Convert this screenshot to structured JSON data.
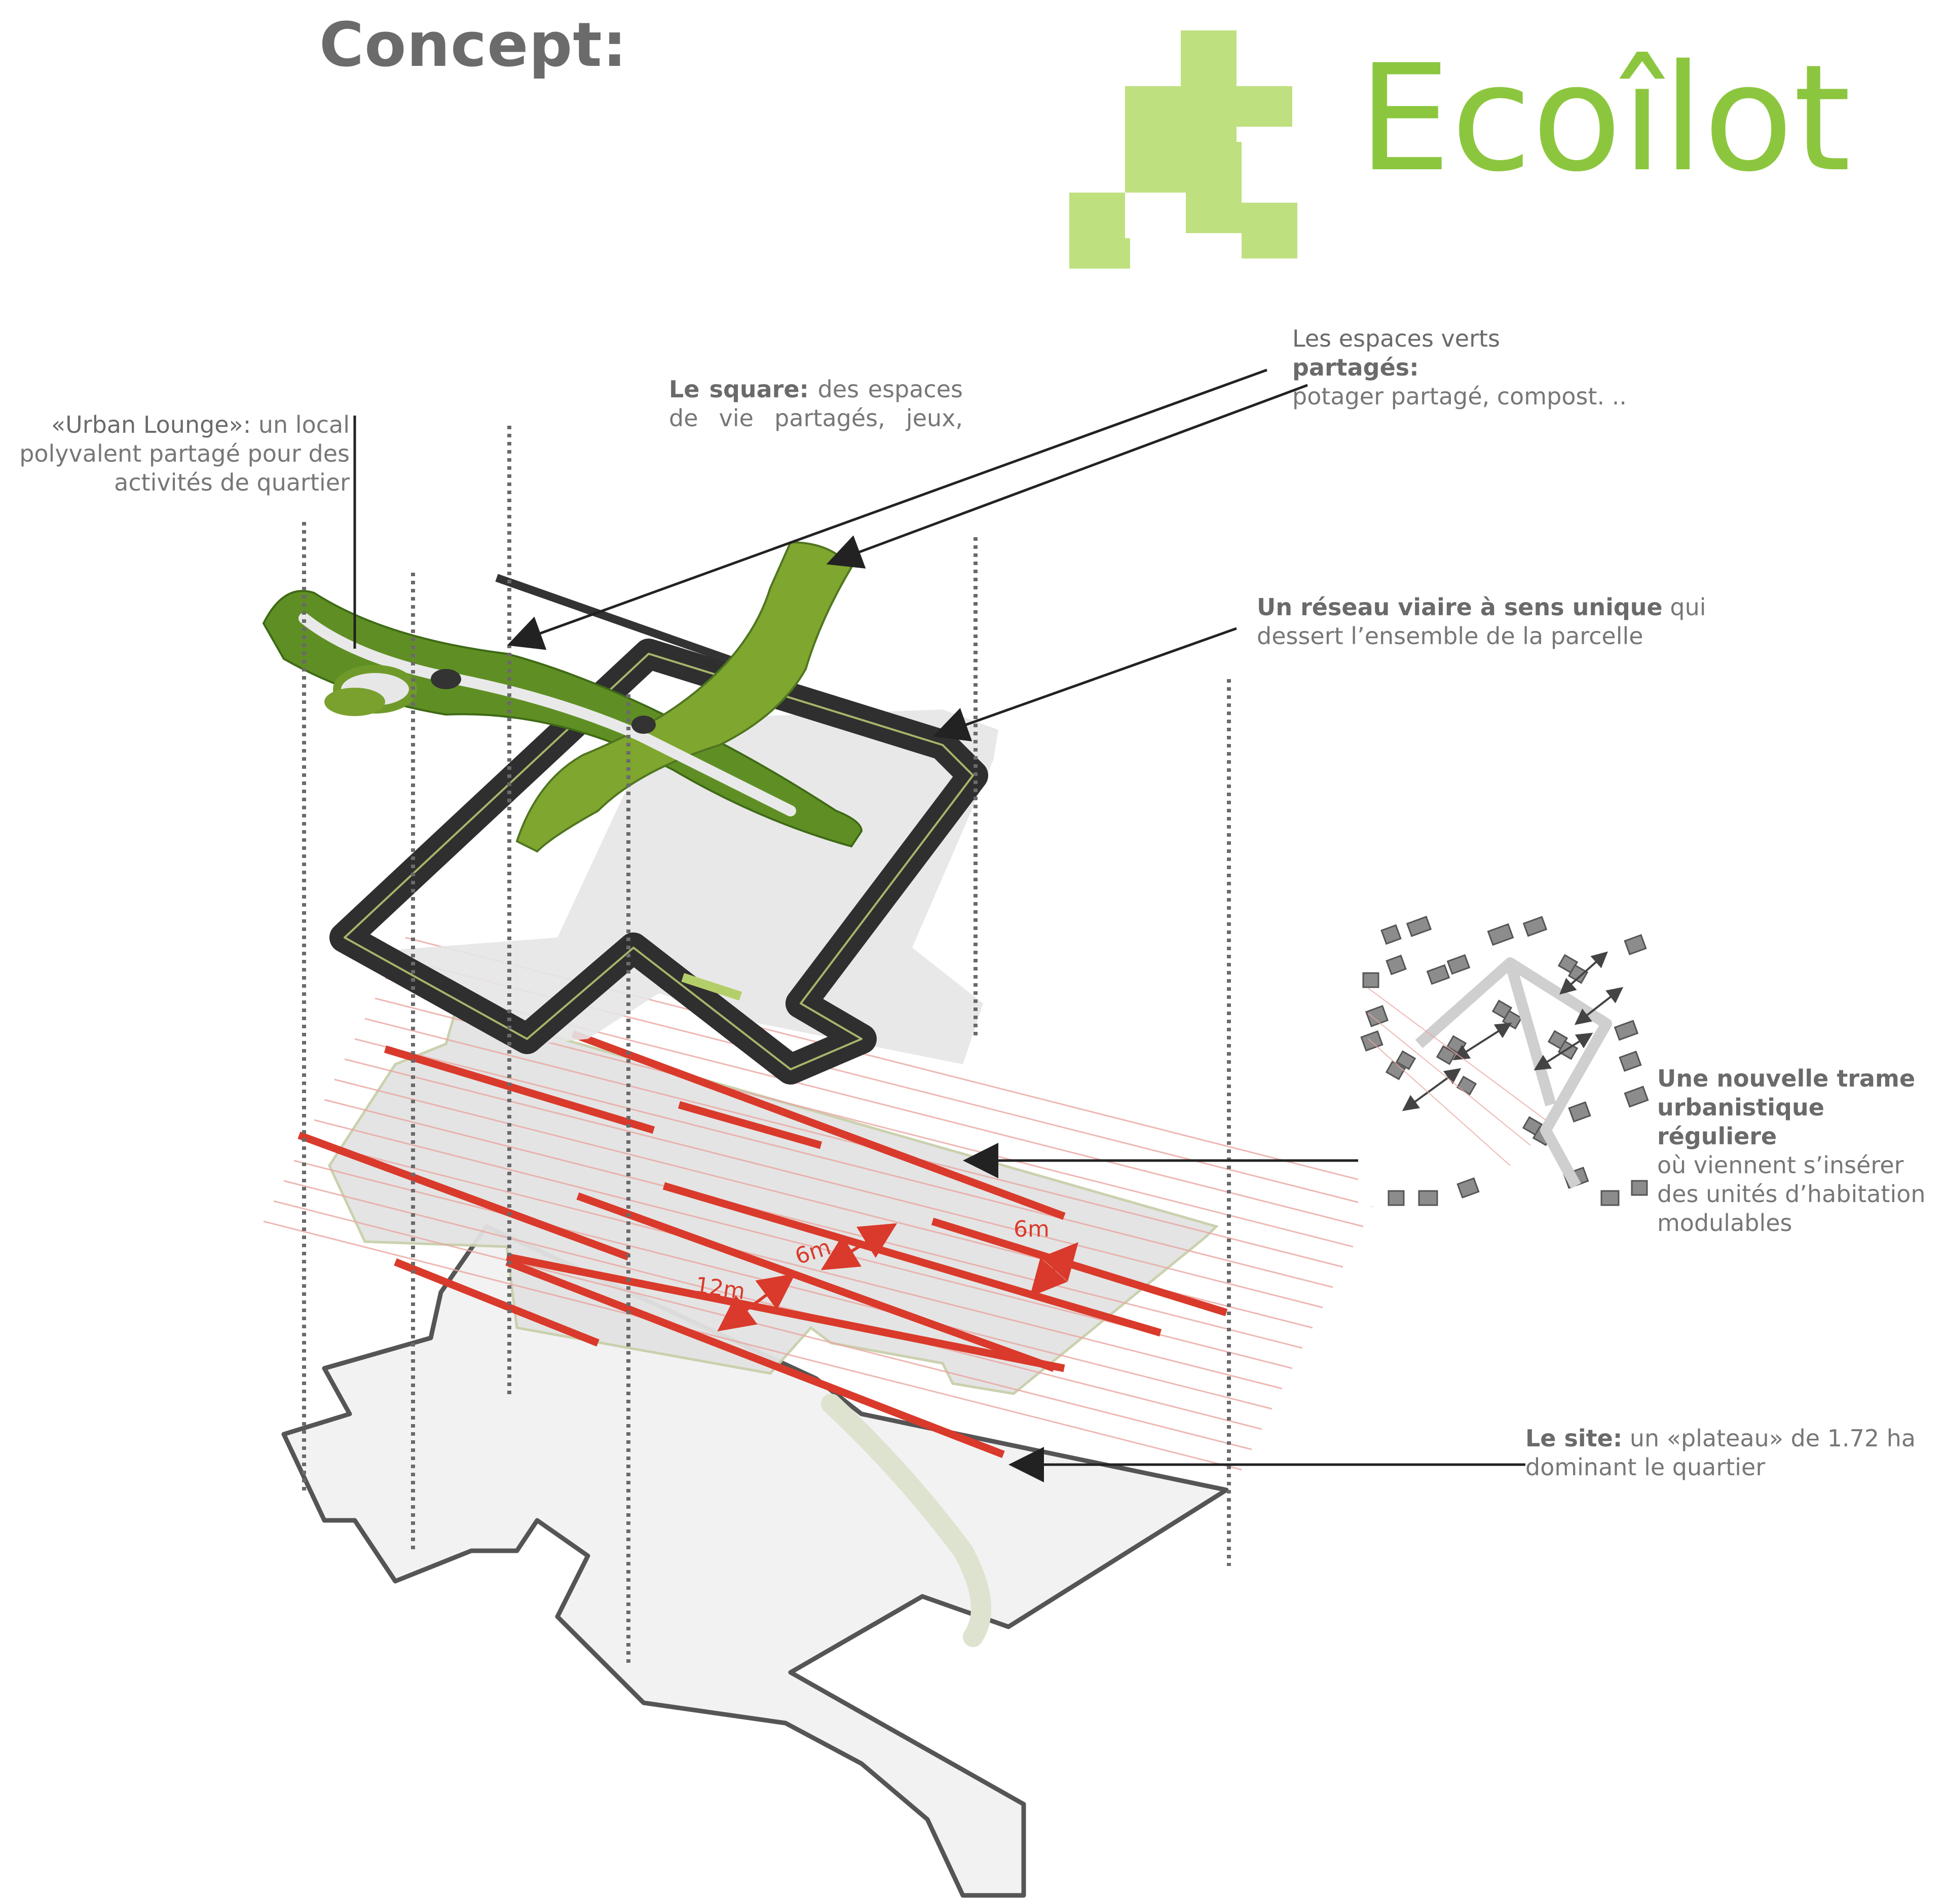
{
  "header": {
    "title": "Concept:",
    "brand": "Ecoîlot",
    "brand_color": "#8cc63f",
    "logo_squares_color": "#bfe07f"
  },
  "annotations": {
    "urban_lounge": {
      "heading": "«Urban Lounge»:",
      "line1": "un local",
      "line2": "polyvalent partagé pour des",
      "line3": "activités de quartier"
    },
    "square": {
      "heading": "Le square:",
      "line1": "des espaces",
      "line2": "de vie partagés, jeux,"
    },
    "green_spaces": {
      "line1": "Les espaces verts",
      "heading": "partagés:",
      "line2": "potager partagé, compost. .."
    },
    "road": {
      "heading": "Un réseau viaire à sens unique",
      "tail": "qui",
      "line2": "dessert l’ensemble de la parcelle"
    },
    "grid": {
      "heading1": "Une nouvelle trame",
      "heading2": "urbanistique réguliere",
      "line1": "où viennent s’insérer",
      "line2": "des unités d’habitation",
      "line3": "modulables"
    },
    "site": {
      "heading": "Le site:",
      "tail": "un «plateau» de 1.72 ha",
      "line2": "dominant le quartier"
    }
  },
  "dimensions": {
    "d12": "12m",
    "d6a": "6m",
    "d6b": "6m"
  },
  "colors": {
    "green_strip": "#6f9a2a",
    "road": "#333333",
    "red_line": "#d93a2b",
    "site_outline": "#5a5a5a",
    "layer_fill": "#d9d9d9"
  }
}
